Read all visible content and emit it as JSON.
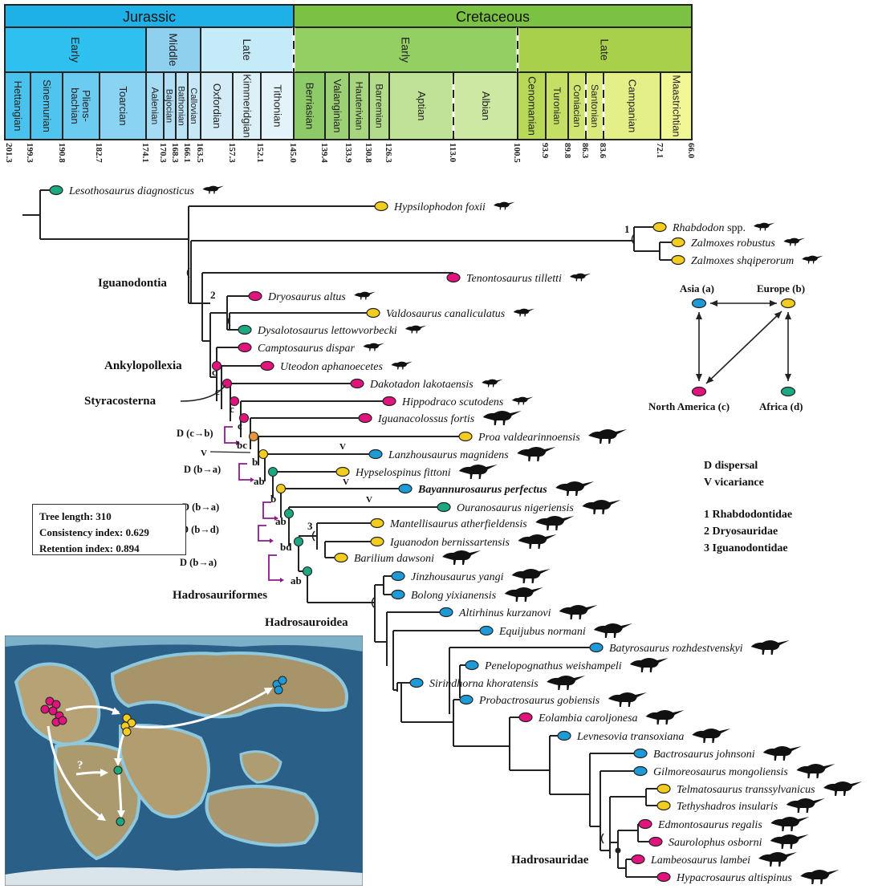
{
  "colors": {
    "asia": "#1e9ad6",
    "europe": "#f2cd1f",
    "north_america": "#e0147c",
    "africa": "#1ea882",
    "jurassic": "#1eb1e8",
    "cretaceous": "#7bc143",
    "event_bracket": "#8b1a8b",
    "branch": "#222222"
  },
  "timescale": {
    "periods": [
      {
        "label": "Jurassic",
        "color": "#1eb1e8"
      },
      {
        "label": "Cretaceous",
        "color": "#7bc143"
      }
    ],
    "epochs": [
      {
        "label": "Early",
        "color": "#2ec0ef"
      },
      {
        "label": "Middle",
        "color": "#8fd0ef"
      },
      {
        "label": "Late",
        "color": "#c6ebf8"
      },
      {
        "label": "Early",
        "color": "#94cf63"
      },
      {
        "label": "Late",
        "color": "#a9d04a"
      }
    ],
    "stages": [
      {
        "label": "Hettangian",
        "color": "#49c3ee"
      },
      {
        "label": "Sinemurian",
        "color": "#4ec4ee"
      },
      {
        "label": "Plliens-bachian",
        "color": "#6ccbf0"
      },
      {
        "label": "Toarcian",
        "color": "#8bd3f2"
      },
      {
        "label": "Aalenian",
        "color": "#a5dbf3"
      },
      {
        "label": "Bajocian",
        "color": "#b0dff4"
      },
      {
        "label": "Bathonian",
        "color": "#bbe3f5"
      },
      {
        "label": "Callovian",
        "color": "#c6e7f6"
      },
      {
        "label": "Oxfordian",
        "color": "#d3ecf7"
      },
      {
        "label": "Kimmeridgian",
        "color": "#dcf0f8"
      },
      {
        "label": "Tithonian",
        "color": "#e4f3f9"
      },
      {
        "label": "Berriasian",
        "color": "#8dcb69"
      },
      {
        "label": "Valanginian",
        "color": "#9bd174"
      },
      {
        "label": "Hauterivian",
        "color": "#a7d67e"
      },
      {
        "label": "Barremian",
        "color": "#b3dc8a"
      },
      {
        "label": "Aptian",
        "color": "#c0e296"
      },
      {
        "label": "Albian",
        "color": "#cce8a3"
      },
      {
        "label": "Cenomanian",
        "color": "#b7d957"
      },
      {
        "label": "Turonian",
        "color": "#c4df64"
      },
      {
        "label": "Coniacian",
        "color": "#d0e570"
      },
      {
        "label": "Santonian",
        "color": "#daea7c"
      },
      {
        "label": "Campanian",
        "color": "#e4ef88"
      },
      {
        "label": "Maastrichtian",
        "color": "#f2f795"
      }
    ],
    "ages": [
      "201.3",
      "199.3",
      "190.8",
      "182.7",
      "174.1",
      "170.3",
      "168.3",
      "166.1",
      "163.5",
      "157.3",
      "152.1",
      "145.0",
      "139.4",
      "133.9",
      "130.8",
      "126.3",
      "113.0",
      "100.5",
      "93.9",
      "89.8",
      "86.3",
      "83.6",
      "72.1",
      "66.0"
    ]
  },
  "taxa": [
    {
      "name": "Lesothosaurus diagnosticus",
      "area": "africa"
    },
    {
      "name": "Hypsilophodon foxii",
      "area": "europe"
    },
    {
      "name": "Rhabdodon",
      "suffix": " spp.",
      "area": "europe"
    },
    {
      "name": "Zalmoxes robustus",
      "area": "europe"
    },
    {
      "name": "Zalmoxes shqiperorum",
      "area": "europe"
    },
    {
      "name": "Tenontosaurus tilletti",
      "area": "north_america"
    },
    {
      "name": "Dryosaurus altus",
      "area": "north_america"
    },
    {
      "name": "Valdosaurus canaliculatus",
      "area": "europe"
    },
    {
      "name": "Dysalotosaurus lettowvorbecki",
      "area": "africa"
    },
    {
      "name": "Camptosaurus dispar",
      "area": "north_america"
    },
    {
      "name": "Uteodon aphanoecetes",
      "area": "north_america"
    },
    {
      "name": "Dakotadon lakotaensis",
      "area": "north_america"
    },
    {
      "name": "Hippodraco scutodens",
      "area": "north_america"
    },
    {
      "name": "Iguanacolossus fortis",
      "area": "north_america"
    },
    {
      "name": "Proa valdearinnoensis",
      "area": "europe"
    },
    {
      "name": "Lanzhousaurus magnidens",
      "area": "asia"
    },
    {
      "name": "Hypselospinus fittoni",
      "area": "europe"
    },
    {
      "name": "Bayannurosaurus perfectus",
      "area": "asia",
      "bold": true
    },
    {
      "name": "Ouranosaurus nigeriensis",
      "area": "africa"
    },
    {
      "name": "Mantellisaurus atherfieldensis",
      "area": "europe"
    },
    {
      "name": "Iguanodon bernissartensis",
      "area": "europe"
    },
    {
      "name": "Barilium dawsoni",
      "area": "europe"
    },
    {
      "name": "Jinzhousaurus yangi",
      "area": "asia"
    },
    {
      "name": "Bolong yixianensis",
      "area": "asia"
    },
    {
      "name": "Altirhinus kurzanovi",
      "area": "asia"
    },
    {
      "name": "Equijubus normani",
      "area": "asia"
    },
    {
      "name": "Batyrosaurus rozhdestvenskyi",
      "area": "asia"
    },
    {
      "name": "Penelopognathus weishampeli",
      "area": "asia"
    },
    {
      "name": "Sirindhorna khoratensis",
      "area": "asia"
    },
    {
      "name": "Probactrosaurus gobiensis",
      "area": "asia"
    },
    {
      "name": "Eolambia caroljonesa",
      "area": "north_america"
    },
    {
      "name": "Levnesovia transoxiana",
      "area": "asia"
    },
    {
      "name": "Bactrosaurus johnsoni",
      "area": "asia"
    },
    {
      "name": "Gilmoreosaurus mongoliensis",
      "area": "asia"
    },
    {
      "name": "Telmatosaurus transsylvanicus",
      "area": "europe"
    },
    {
      "name": "Tethyshadros insularis",
      "area": "europe"
    },
    {
      "name": "Edmontosaurus regalis",
      "area": "north_america"
    },
    {
      "name": "Saurolophus osborni",
      "area": "north_america"
    },
    {
      "name": "Lambeosaurus lambei",
      "area": "north_america"
    },
    {
      "name": "Hypacrosaurus altispinus",
      "area": "north_america"
    }
  ],
  "clades": {
    "iguanodontia": "Iguanodontia",
    "ankylopollexia": "Ankylopollexia",
    "styracosterna": "Styracosterna",
    "hadrosauriformes": "Hadrosauriformes",
    "hadrosauroidea": "Hadrosauroidea",
    "hadrosauridae": "Hadrosauridae"
  },
  "node_numbers": [
    "1",
    "2",
    "3"
  ],
  "node_areas": [
    "c",
    "c",
    "c",
    "c",
    "bc",
    "b",
    "ab",
    "b",
    "ab",
    "bd",
    "ab"
  ],
  "vicariance_marks": [
    "V",
    "V",
    "V",
    "V"
  ],
  "events": [
    {
      "label": "D (c→b)"
    },
    {
      "label": "D (b→a)"
    },
    {
      "label": "D (b→a)"
    },
    {
      "label": "D (b→d)"
    },
    {
      "label": "D (b→a)"
    }
  ],
  "area_map": {
    "asia": "Asia (a)",
    "europe": "Europe (b)",
    "north_america": "North America (c)",
    "africa": "Africa (d)"
  },
  "legend": {
    "dispersal": "D  dispersal",
    "vicariance": "V  vicariance",
    "families": [
      "1  Rhabdodontidae",
      "2  Dryosauridae",
      "3  Iguanodontidae"
    ]
  },
  "stats": {
    "tree_length": "Tree length: 310",
    "ci": "Consistency index: 0.629",
    "ri": "Retention index: 0.894"
  },
  "map": {
    "question_mark": "?"
  }
}
